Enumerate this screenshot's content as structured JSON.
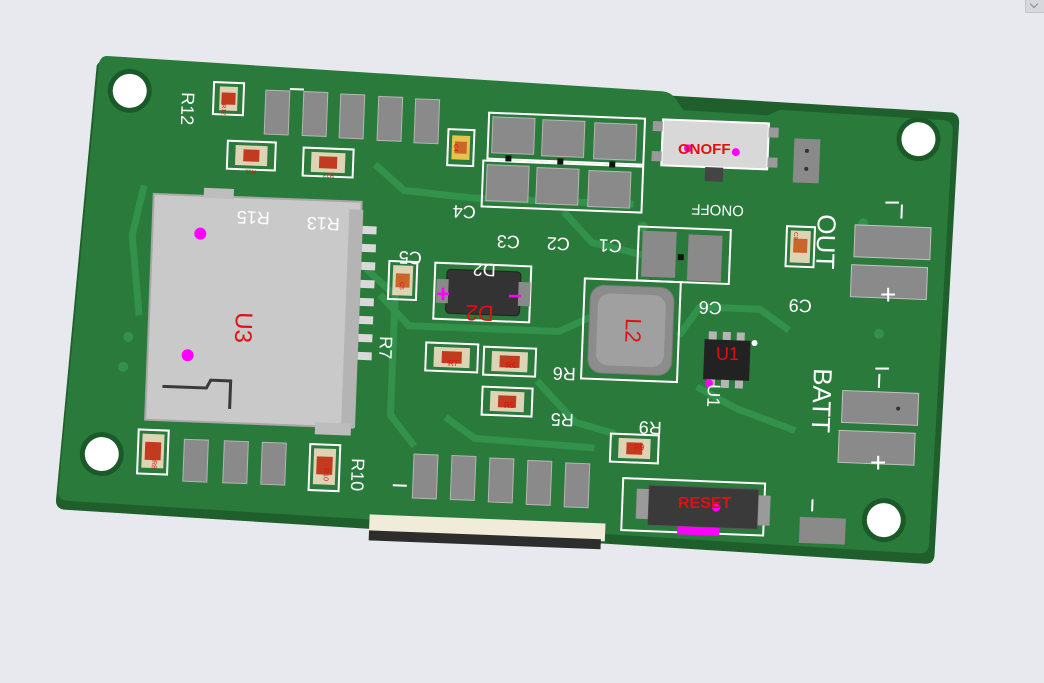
{
  "colors": {
    "background": "#e8e9ee",
    "board": "#2a7a3b",
    "board_edge": "#1e5f2c",
    "trace": "#2f8a42",
    "silkscreen": "#ffffff",
    "pad": "#8a8a8a",
    "label_red": "#e01010",
    "marker_magenta": "#ff00ff",
    "connector_cream": "#f1ecd9"
  },
  "board": {
    "designators": {
      "r12": "R12",
      "r15": "R15",
      "r13": "R13",
      "c4": "C4",
      "c3": "C3",
      "c2": "C2",
      "c1": "C1",
      "c5": "C5",
      "d2": "D2",
      "r7": "R7",
      "r6": "R6",
      "r5": "R5",
      "c6": "C6",
      "r9": "R9",
      "u1": "U1",
      "c9": "C9",
      "r10": "R10"
    },
    "parts": {
      "u3": "U3",
      "d2": "D2",
      "l2": "L2",
      "u1": "U1",
      "onoff_switch": "ONOFF",
      "reset_button": "RESET",
      "r12": "R12",
      "r15": "R15",
      "r13": "R13",
      "c4": "C4",
      "c5": "C5",
      "r7": "R7",
      "r6": "R6",
      "r5": "R5",
      "r9": "R9",
      "c9": "C9",
      "r8": "R8",
      "r10": "R10"
    },
    "labels": {
      "onoff": "ONOFF",
      "out": "OUT",
      "batt": "BATT",
      "minus": "−",
      "plus": "+",
      "d2_plus": "+",
      "d2_minus": "−"
    }
  }
}
